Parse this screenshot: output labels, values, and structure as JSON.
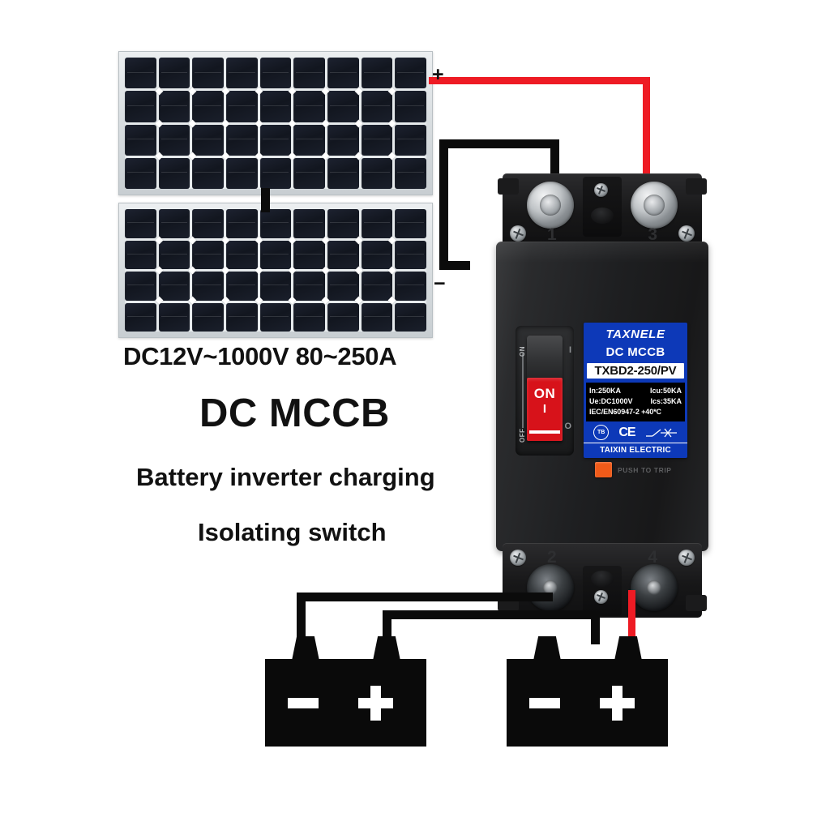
{
  "headline": {
    "range": "DC12V~1000V 80~250A",
    "title": "DC MCCB",
    "line1": "Battery inverter charging",
    "line2": "Isolating switch"
  },
  "wiring": {
    "positive_sign": "+",
    "negative_sign": "−",
    "positive_color": "#ee1b24",
    "negative_color": "#0b0b0b"
  },
  "breaker": {
    "label": {
      "brand": "TAXNELE",
      "type": "DC MCCB",
      "model": "TXBD2-250/PV",
      "specs": {
        "in": "In:250KA",
        "icu": "Icu:50KA",
        "ue": "Ue:DC1000V",
        "ics": "Ics:35KA",
        "standard": "IEC/EN60947-2 +40*C"
      },
      "certs": {
        "tb": "TB",
        "ce": "CE"
      },
      "footer": "TAIXIN ELECTRIC",
      "background_color": "#0d39b8"
    },
    "switch": {
      "state": "ON",
      "state_symbol": "I",
      "scale_on": "ON",
      "scale_off": "OFF",
      "mark_i": "I",
      "mark_o": "O",
      "color": "#d7121a"
    },
    "trip": {
      "text": "PUSH TO TRIP",
      "button_color": "#ef5a19"
    },
    "terminals": {
      "top_left": "1",
      "top_right": "3",
      "bottom_left": "2",
      "bottom_right": "4"
    }
  },
  "solar": {
    "panel_top_cells": 36,
    "panel_bottom_cells": 36,
    "cell_color": "#161b26",
    "frame_color": "#d8dde0"
  },
  "batteries": {
    "minus_sign": "−",
    "plus_sign": "+",
    "count": 2
  }
}
